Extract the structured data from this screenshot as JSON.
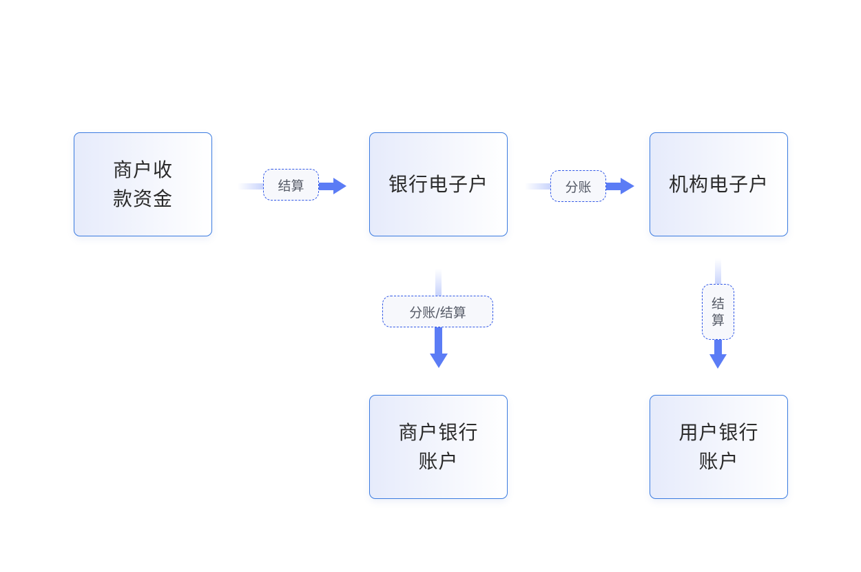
{
  "nodes": {
    "merchant_funds": {
      "line1": "商户收",
      "line2": "款资金"
    },
    "bank_e_account": {
      "line1": "银行电子户"
    },
    "org_e_account": {
      "line1": "机构电子户"
    },
    "merchant_bank_account": {
      "line1": "商户银行",
      "line2": "账户"
    },
    "user_bank_account": {
      "line1": "用户银行",
      "line2": "账户"
    }
  },
  "edges": {
    "settle_1": {
      "label": "结算"
    },
    "split_1": {
      "label": "分账"
    },
    "split_settle": {
      "label": "分账/结算"
    },
    "settle_2": {
      "char1": "结",
      "char2": "算"
    }
  },
  "colors": {
    "arrow": "#5b7cf5",
    "node_border": "#3a7be0",
    "label_border": "#2f56e6"
  }
}
